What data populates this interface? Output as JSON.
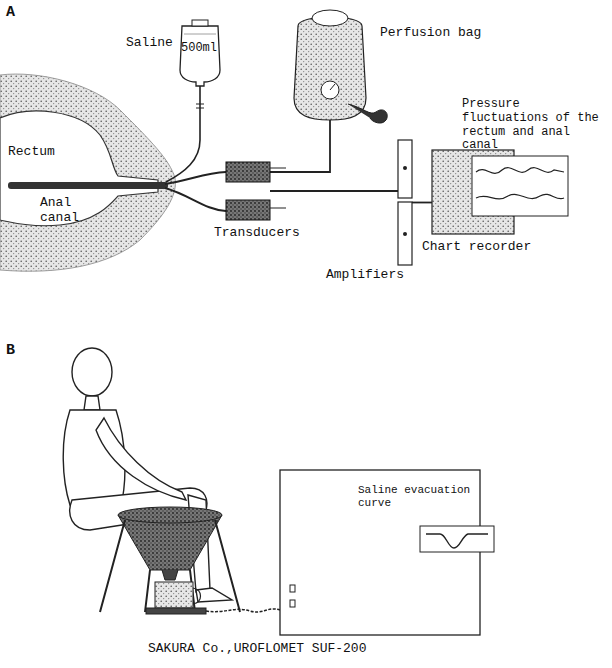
{
  "diagram": {
    "nodes": [
      {
        "text": [
          "Saline",
          "500ml"
        ]
      },
      {
        "text": [
          "Perfusion bag"
        ]
      },
      {
        "text": [
          "Transducers"
        ]
      },
      {
        "text": [
          "Amplifiers"
        ]
      },
      {
        "text": [
          "Pressure fluctuations of the rectum and anal canal",
          "Chart recorder"
        ]
      },
      {
        "text": [
          "Saline evacuation curve",
          "SAKURA Co.,UROFLOMET SUF-200"
        ]
      }
    ],
    "edges": [
      {
        "from": 1,
        "to": 2,
        "arrow": "none"
      },
      {
        "from": 2,
        "to": 3,
        "arrow": "none"
      },
      {
        "from": 3,
        "to": 4,
        "arrow": "none"
      }
    ],
    "labels": [
      "A",
      "B",
      "Rectum",
      "Anal canal"
    ]
  }
}
